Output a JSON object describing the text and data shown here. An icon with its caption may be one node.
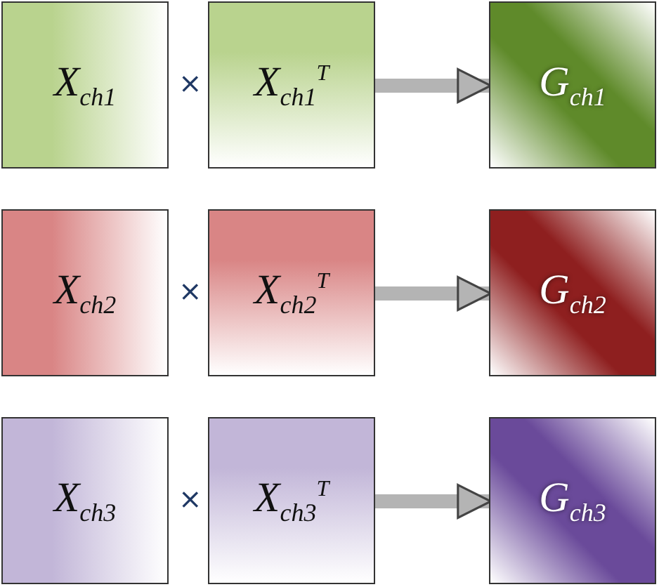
{
  "diagram": {
    "nodes": [
      {
        "text": [
          "X$_{ch1}$"
        ]
      },
      {
        "text": [
          "X$_{ch1}$$^{T}$"
        ]
      },
      {
        "text": [
          "G$_{ch1}$"
        ]
      },
      {
        "text": [
          "X$_{ch2}$"
        ]
      },
      {
        "text": [
          "X$_{ch2}$$^{T}$"
        ]
      },
      {
        "text": [
          "G$_{ch2}$"
        ]
      },
      {
        "text": [
          "X$_{ch3}$"
        ]
      },
      {
        "text": [
          "X$_{ch3}$$^{T}$"
        ]
      },
      {
        "text": [
          "G$_{ch3}$"
        ]
      }
    ],
    "edges": [
      {
        "from": 1,
        "to": 2,
        "arrow": "to"
      },
      {
        "from": 4,
        "to": 5,
        "arrow": "to"
      },
      {
        "from": 7,
        "to": 8,
        "arrow": "to"
      }
    ],
    "labels": [
      "×",
      "×",
      "×"
    ]
  }
}
